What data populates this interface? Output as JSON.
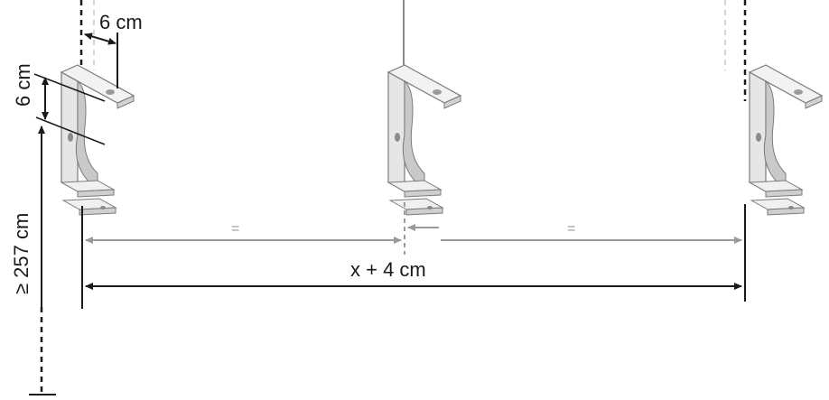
{
  "labels": {
    "top_offset": "6 cm",
    "side_offset": "6 cm",
    "height_min": "≥ 257 cm",
    "total_span": "x + 4 cm",
    "equal_left": "=",
    "equal_right": "="
  },
  "colors": {
    "line_dark": "#1a1a1a",
    "line_gray": "#9a9a9a",
    "bracket_fill": "#ececec",
    "bracket_shade": "#c9c9c9",
    "bracket_stroke": "#7a7a7a"
  },
  "icons": {
    "bracket": "ceiling-curtain-bracket",
    "arrow": "dimension-arrow"
  }
}
